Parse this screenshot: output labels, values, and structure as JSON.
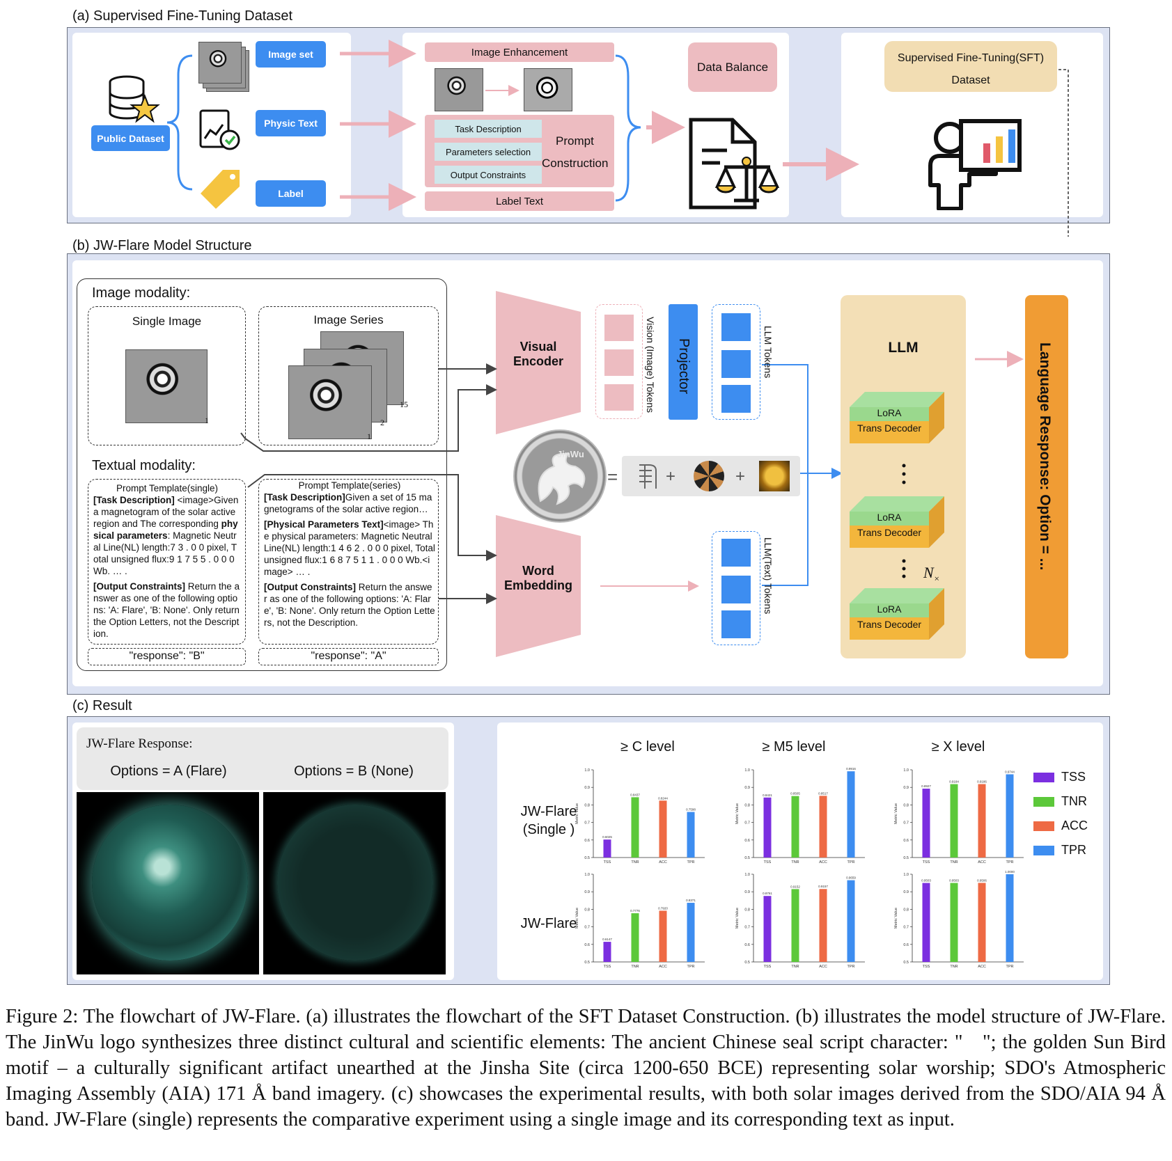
{
  "section_a": {
    "label": "(a)  Supervised Fine-Tuning Dataset",
    "public_dataset": "Public Dataset",
    "image_set": "Image set",
    "physic_text": "Physic Text",
    "label_btn": "Label",
    "image_enhancement": "Image Enhancement",
    "task_description": "Task Description",
    "parameters_selection": "Parameters selection",
    "output_constraints": "Output Constraints",
    "prompt_construction_1": "Prompt",
    "prompt_construction_2": "Construction",
    "label_text": "Label Text",
    "data_balance": "Data Balance",
    "sft_1": "Supervised Fine-Tuning(SFT)",
    "sft_2": "Dataset"
  },
  "section_b": {
    "label": "(b)  JW-Flare Model Structure",
    "image_modality": "Image modality:",
    "single_image": "Single Image",
    "image_series": "Image Series",
    "num_1a": "1",
    "num_1b": "1",
    "num_2": "2",
    "num_15": "15",
    "textual_modality": "Textual modality:",
    "tpl_single_title": "Prompt Template(single)",
    "tpl_single_task_k": "[Task Description]",
    "tpl_single_task_v": " <image>Given a magnetogram of the solar active region and The corresponding ",
    "tpl_single_phys_k": "physical parameters",
    "tpl_single_phys_v": ": Magnetic Neutral Line(NL) length:7 3 . 0 0 pixel, Total unsigned flux:9 1 7 5 5 . 0 0 0 Wb. … .",
    "tpl_single_out_k": "[Output Constraints]",
    "tpl_single_out_v": " Return the answer as one of the following options: 'A: Flare', 'B: None'. Only return the Option Letters, not the Description.",
    "tpl_series_title": "Prompt Template(series)",
    "tpl_series_task_k": "[Task Description]",
    "tpl_series_task_v": "Given a set of 15 magnetograms of the solar active region…",
    "tpl_series_phys_k": "[Physical Parameters Text]",
    "tpl_series_phys_v": "<image> The physical parameters: Magnetic Neutral Line(NL) length:1 4 6 2 . 0 0 0 pixel, Total unsigned flux:1 6 8 7 5 1 1 . 0 0 0 Wb.<image> … .",
    "tpl_series_out_k": "[Output Constraints]",
    "tpl_series_out_v": " Return the answer as one of the following options: 'A: Flare', 'B: None'. Only return the Option Letters, not the Description.",
    "response_single": "\"response\": \"B\"",
    "response_series": "\"response\": \"A\"",
    "visual_encoder_1": "Visual",
    "visual_encoder_2": "Encoder",
    "word_embedding_1": "Word",
    "word_embedding_2": "Embedding",
    "vision_tokens": "Vision (Image) Tokens",
    "projector": "Projector",
    "llm_tokens": "LLM Tokens",
    "llm_text_tokens": "LLM(Text) Tokens",
    "jinwu": "JinWu",
    "equals": "=",
    "plus": "+",
    "llm": "LLM",
    "lora": "LoRA",
    "trans_decoder": "Trans Decoder",
    "nx": "N",
    "nx_sub": "×",
    "language_response": "Language Response: Option = ..."
  },
  "section_c": {
    "label": "(c) Result",
    "response_title": "JW-Flare Response:",
    "option_a": "Options = A (Flare)",
    "option_b": "Options = B (None)",
    "col_titles": [
      "≥ C level",
      "≥ M5 level",
      "≥ X level"
    ],
    "row_single_1": "JW-Flare",
    "row_single_2": "(Single )",
    "row_full": "JW-Flare",
    "legend": [
      "TSS",
      "TNR",
      "ACC",
      "TPR"
    ],
    "colors": {
      "TSS": "#7b2fe0",
      "TNR": "#5cc83a",
      "ACC": "#ee6a44",
      "TPR": "#3d8df0"
    }
  },
  "chart_data": [
    {
      "type": "bar",
      "title": "≥ C level",
      "row": "JW-Flare (Single )",
      "ylabel": "Metric Value",
      "categories": [
        "TSS",
        "TNR",
        "ACC",
        "TPR"
      ],
      "values": [
        0.6025,
        0.8437,
        0.8244,
        0.7598
      ],
      "ylim": [
        0.5,
        1.0
      ]
    },
    {
      "type": "bar",
      "title": "≥ M5 level",
      "row": "JW-Flare (Single )",
      "ylabel": "Metric Value",
      "categories": [
        "TSS",
        "TNR",
        "ACC",
        "TPR"
      ],
      "values": [
        0.8421,
        0.8505,
        0.8517,
        0.9916
      ],
      "ylim": [
        0.5,
        1.0
      ]
    },
    {
      "type": "bar",
      "title": "≥ X level",
      "row": "JW-Flare (Single )",
      "ylabel": "Metric Value",
      "categories": [
        "TSS",
        "TNR",
        "ACC",
        "TPR"
      ],
      "values": [
        0.8927,
        0.9184,
        0.9186,
        0.9744
      ],
      "ylim": [
        0.5,
        1.0
      ]
    },
    {
      "type": "bar",
      "title": "≥ C level",
      "row": "JW-Flare",
      "ylabel": "Metric Value",
      "categories": [
        "TSS",
        "TNR",
        "ACC",
        "TPR"
      ],
      "values": [
        0.6147,
        0.7776,
        0.792,
        0.8371
      ],
      "ylim": [
        0.5,
        1.0
      ]
    },
    {
      "type": "bar",
      "title": "≥ M5 level",
      "row": "JW-Flare",
      "ylabel": "Metric Value",
      "categories": [
        "TSS",
        "TNR",
        "ACC",
        "TPR"
      ],
      "values": [
        0.8761,
        0.9152,
        0.9157,
        0.9659
      ],
      "ylim": [
        0.5,
        1.0
      ]
    },
    {
      "type": "bar",
      "title": "≥ X level",
      "row": "JW-Flare",
      "ylabel": "Metric Value",
      "categories": [
        "TSS",
        "TNR",
        "ACC",
        "TPR"
      ],
      "values": [
        0.9503,
        0.9503,
        0.9506,
        1.0
      ],
      "ylim": [
        0.5,
        1.0
      ]
    }
  ],
  "chart_ticks": [
    "1.0",
    "0.9",
    "0.8",
    "0.7",
    "0.6",
    "0.5"
  ],
  "caption": "Figure 2: The flowchart of JW-Flare. (a) illustrates the flowchart of the SFT Dataset Construction. (b) illustrates the model structure of JW-Flare. The JinWu logo synthesizes three distinct cultural and scientific elements: The ancient Chinese seal script character: \" \"; the golden Sun Bird motif – a culturally significant artifact unearthed at the Jinsha Site (circa 1200-650 BCE) representing solar worship; SDO's Atmospheric Imaging Assembly (AIA) 171 Å band imagery. (c) showcases the experimental results, with both solar images derived from the SDO/AIA 94 Å band. JW-Flare (single) represents the comparative experiment using a single image and its corresponding text as input."
}
